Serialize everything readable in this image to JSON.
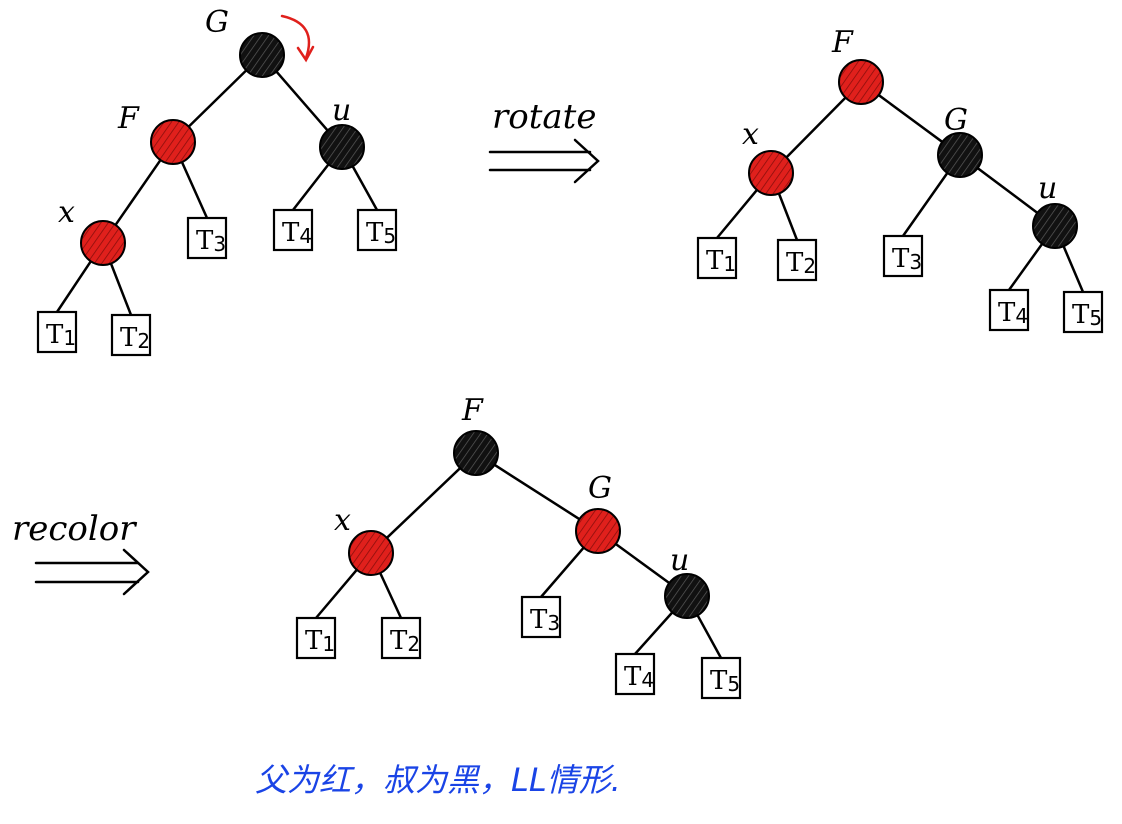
{
  "colors": {
    "red": "#e0201c",
    "black": "#111111",
    "ink": "#000000",
    "note": "#1a44e6"
  },
  "steps": {
    "rotate": "rotate",
    "recolor": "recolor"
  },
  "trees": [
    {
      "id": "original",
      "nodes": [
        {
          "key": "G",
          "label": "G",
          "color": "black"
        },
        {
          "key": "F",
          "label": "F",
          "color": "red"
        },
        {
          "key": "U",
          "label": "u",
          "color": "black"
        },
        {
          "key": "X",
          "label": "x",
          "color": "red"
        }
      ],
      "subtrees": [
        {
          "key": "T1",
          "letter": "T",
          "num": "1"
        },
        {
          "key": "T2",
          "letter": "T",
          "num": "2"
        },
        {
          "key": "T3",
          "letter": "T",
          "num": "3"
        },
        {
          "key": "T4",
          "letter": "T",
          "num": "4"
        },
        {
          "key": "T5",
          "letter": "T",
          "num": "5"
        }
      ]
    },
    {
      "id": "rotated",
      "nodes": [
        {
          "key": "F",
          "label": "F",
          "color": "red"
        },
        {
          "key": "X",
          "label": "x",
          "color": "red"
        },
        {
          "key": "G",
          "label": "G",
          "color": "black"
        },
        {
          "key": "U",
          "label": "u",
          "color": "black"
        }
      ],
      "subtrees": [
        {
          "key": "T1",
          "letter": "T",
          "num": "1"
        },
        {
          "key": "T2",
          "letter": "T",
          "num": "2"
        },
        {
          "key": "T3",
          "letter": "T",
          "num": "3"
        },
        {
          "key": "T4",
          "letter": "T",
          "num": "4"
        },
        {
          "key": "T5",
          "letter": "T",
          "num": "5"
        }
      ]
    },
    {
      "id": "recolored",
      "nodes": [
        {
          "key": "F",
          "label": "F",
          "color": "black"
        },
        {
          "key": "X",
          "label": "x",
          "color": "red"
        },
        {
          "key": "G",
          "label": "G",
          "color": "red"
        },
        {
          "key": "U",
          "label": "u",
          "color": "black"
        }
      ],
      "subtrees": [
        {
          "key": "T1",
          "letter": "T",
          "num": "1"
        },
        {
          "key": "T2",
          "letter": "T",
          "num": "2"
        },
        {
          "key": "T3",
          "letter": "T",
          "num": "3"
        },
        {
          "key": "T4",
          "letter": "T",
          "num": "4"
        },
        {
          "key": "T5",
          "letter": "T",
          "num": "5"
        }
      ]
    }
  ],
  "note": "父为红，叔为黑，LL情形."
}
